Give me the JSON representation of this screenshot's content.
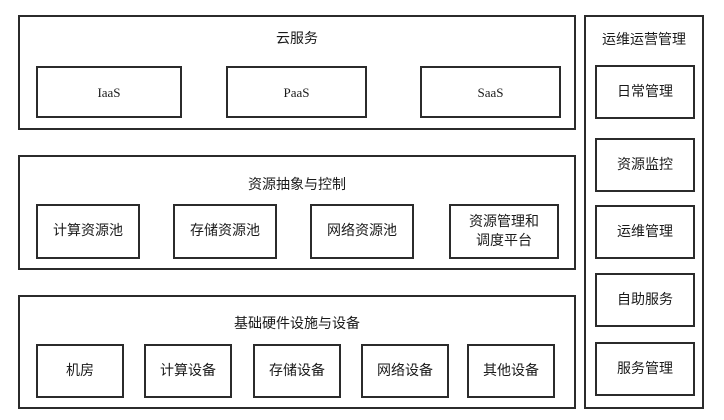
{
  "cloud_services": {
    "title": "云服务",
    "items": [
      "IaaS",
      "PaaS",
      "SaaS"
    ]
  },
  "resource_abstraction": {
    "title": "资源抽象与控制",
    "items": [
      "计算资源池",
      "存储资源池",
      "网络资源池",
      "资源管理和\n调度平台"
    ]
  },
  "infrastructure": {
    "title": "基础硬件设施与设备",
    "items": [
      "机房",
      "计算设备",
      "存储设备",
      "网络设备",
      "其他设备"
    ]
  },
  "operations": {
    "title": "运维运营管理",
    "items": [
      "日常管理",
      "资源监控",
      "运维管理",
      "自助服务",
      "服务管理"
    ]
  }
}
